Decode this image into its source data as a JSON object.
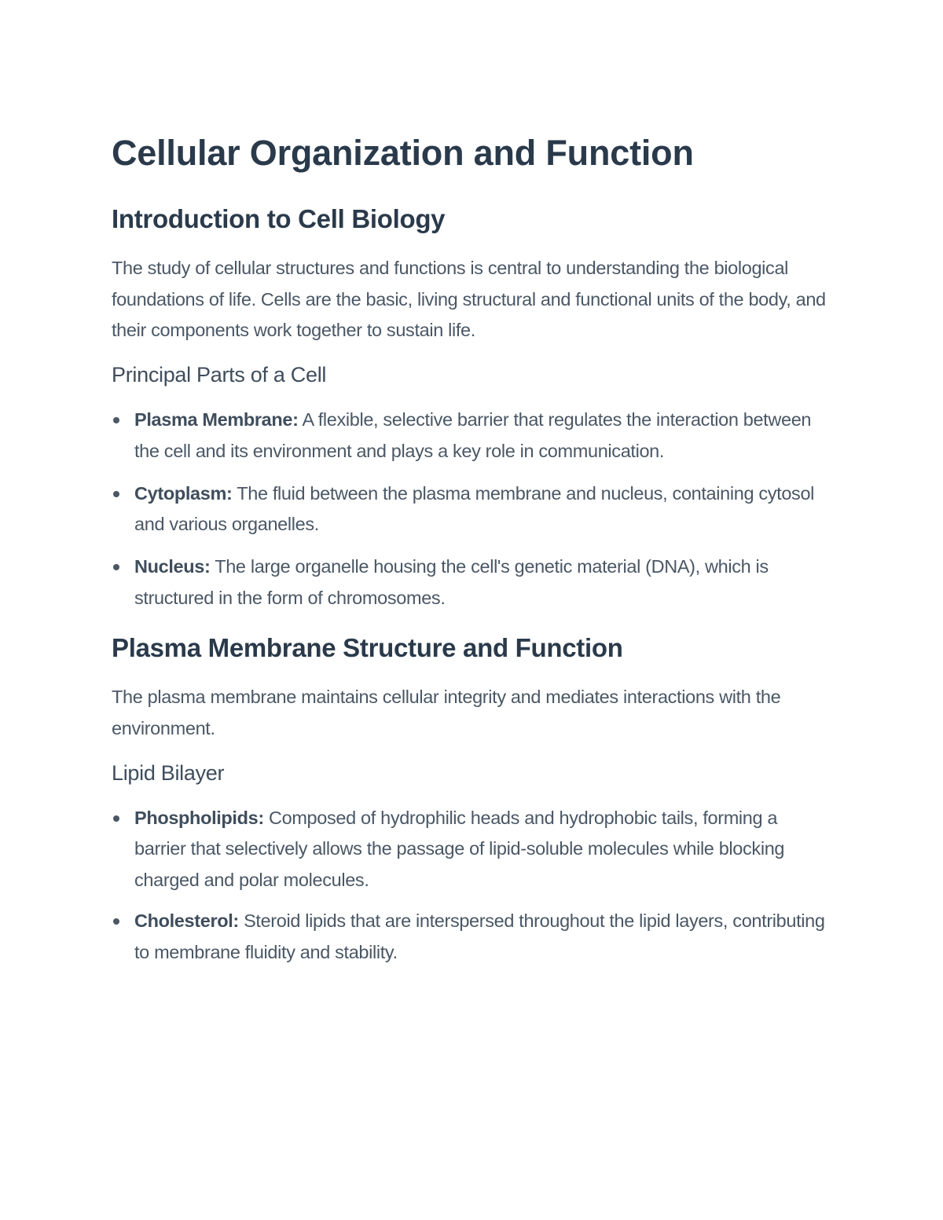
{
  "document": {
    "title": "Cellular Organization and Function",
    "sections": [
      {
        "heading": "Introduction to Cell Biology",
        "paragraph": "The study of cellular structures and functions is central to understanding the biological foundations of life. Cells are the basic, living structural and functional units of the body, and their components work together to sustain life.",
        "subsection": {
          "heading": "Principal Parts of a Cell",
          "items": [
            {
              "term": "Plasma Membrane:",
              "text": " A flexible, selective barrier that regulates the interaction between the cell and its environment and plays a key role in communication."
            },
            {
              "term": "Cytoplasm:",
              "text": " The fluid between the plasma membrane and nucleus, containing cytosol and various organelles."
            },
            {
              "term": "Nucleus:",
              "text": " The large organelle housing the cell's genetic material (DNA), which is structured in the form of chromosomes."
            }
          ]
        }
      },
      {
        "heading": "Plasma Membrane Structure and Function",
        "paragraph": "The plasma membrane maintains cellular integrity and mediates interactions with the environment.",
        "subsection": {
          "heading": "Lipid Bilayer",
          "items": [
            {
              "term": "Phospholipids:",
              "text": " Composed of hydrophilic heads and hydrophobic tails, forming a barrier that selectively allows the passage of lipid-soluble molecules while blocking charged and polar molecules."
            },
            {
              "term": "Cholesterol:",
              "text": " Steroid lipids that are interspersed throughout the lipid layers, contributing to membrane fluidity and stability."
            }
          ]
        }
      }
    ]
  },
  "colors": {
    "heading": "#2a3a4b",
    "body_text": "#4a5765",
    "background": "#ffffff"
  }
}
